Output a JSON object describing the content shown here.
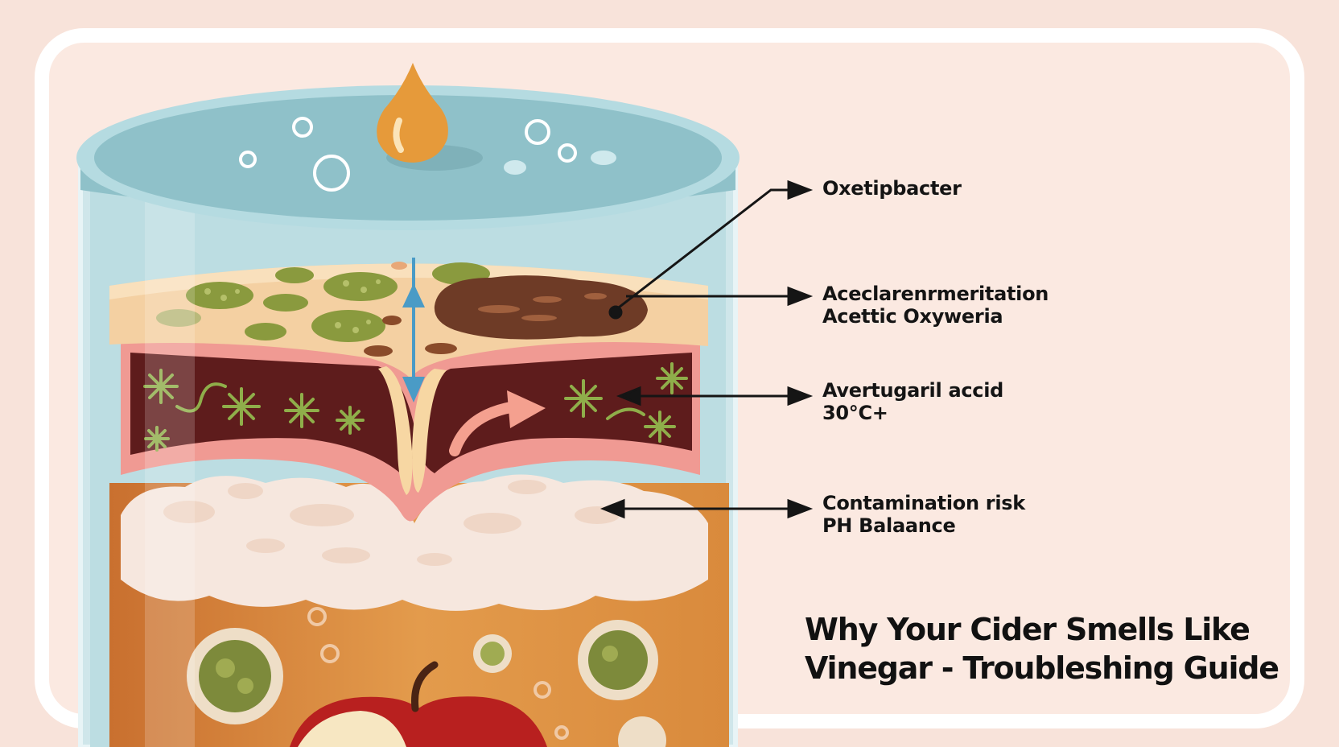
{
  "labels": {
    "label_1": {
      "line1": "Oxetipbacter"
    },
    "label_2": {
      "line1": "Aceclarenrmeritation",
      "line2": "Acettic Oxyweria"
    },
    "label_3": {
      "line1": "Avertugaril  accid",
      "line2": "30°C+"
    },
    "label_4": {
      "line1": "Contamination risk",
      "line2": "PH Balaance"
    }
  },
  "title": {
    "line1": "Why Your Cider Smells Like",
    "line2": "Vinegar - Troubleshing Guide"
  },
  "colors": {
    "background": "#f8e3da",
    "frame": "#ffffff",
    "glass": "#a9d3da",
    "liquid_surface": "#8fc1c9",
    "yeast_layer": "#f2cfa0",
    "culture_spots": "#8a9a3e",
    "dark_band": "#5e1c1c",
    "foam": "#f5e6dc",
    "cider": "#d98a3c",
    "apple": "#b8201f",
    "arrow": "#4a9bc6"
  },
  "icons": [
    "droplet-icon",
    "apple-icon",
    "up-down-arrow-icon",
    "curved-arrow-icon"
  ]
}
